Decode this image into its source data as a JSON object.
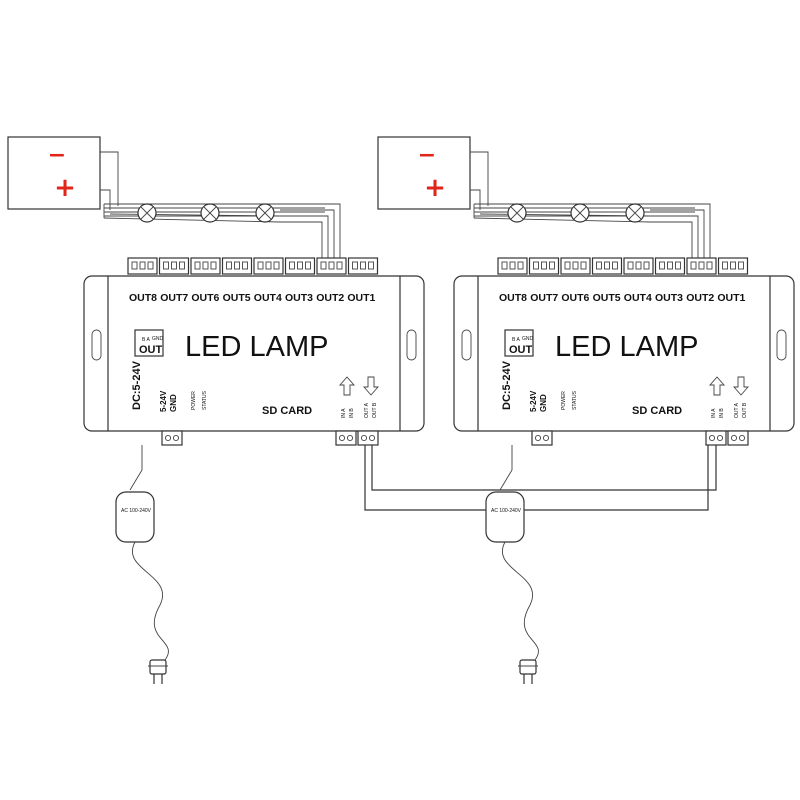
{
  "battery": {
    "minus": "−",
    "plus": "+"
  },
  "controller": {
    "title": "LED LAMP",
    "switch_top": "B A",
    "switch_gnd": "GND",
    "switch_out": "OUT",
    "outputs": [
      "OUT8",
      "OUT7",
      "OUT6",
      "OUT5",
      "OUT4",
      "OUT3",
      "OUT2",
      "OUT1"
    ],
    "dc_label": "DC:5-24V",
    "volt_label": "5-24V",
    "gnd_label": "GND",
    "power_label": "POWER",
    "status_label": "STATUS",
    "sd_label": "SD CARD",
    "in_a": "IN A",
    "in_b": "IN B",
    "out_a": "OUT A",
    "out_b": "OUT B",
    "adapter_label": "AC 100-240V"
  },
  "ellipsis": "......"
}
